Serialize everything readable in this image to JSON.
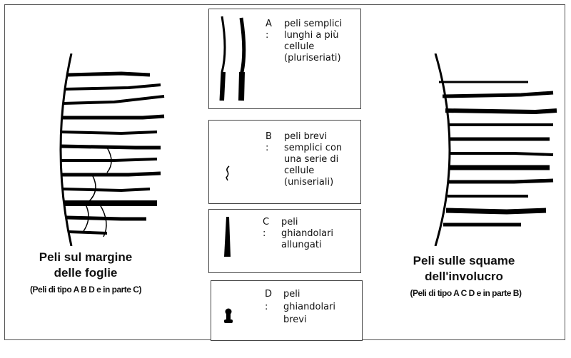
{
  "boxes": [
    {
      "key": "A :",
      "text": "peli semplici\nlunghi a più\ncellule\n(pluriseriati)"
    },
    {
      "key": "B :",
      "text": "peli brevi\nsemplici con\nuna serie di\ncellule\n(uniseriali)"
    },
    {
      "key": "C :",
      "text": "peli\nghiandolari\nallungati"
    },
    {
      "key": "D :",
      "text": "peli\nghiandolari\nbrevi"
    }
  ],
  "left": {
    "title_line1": "Peli sul margine",
    "title_line2": "delle foglie",
    "subtitle": "(Peli di tipo A B D e in parte C)"
  },
  "right": {
    "title_line1": "Peli sulle squame",
    "title_line2": "dell'involucro",
    "subtitle": "(Peli di tipo A C D e in parte B)"
  }
}
